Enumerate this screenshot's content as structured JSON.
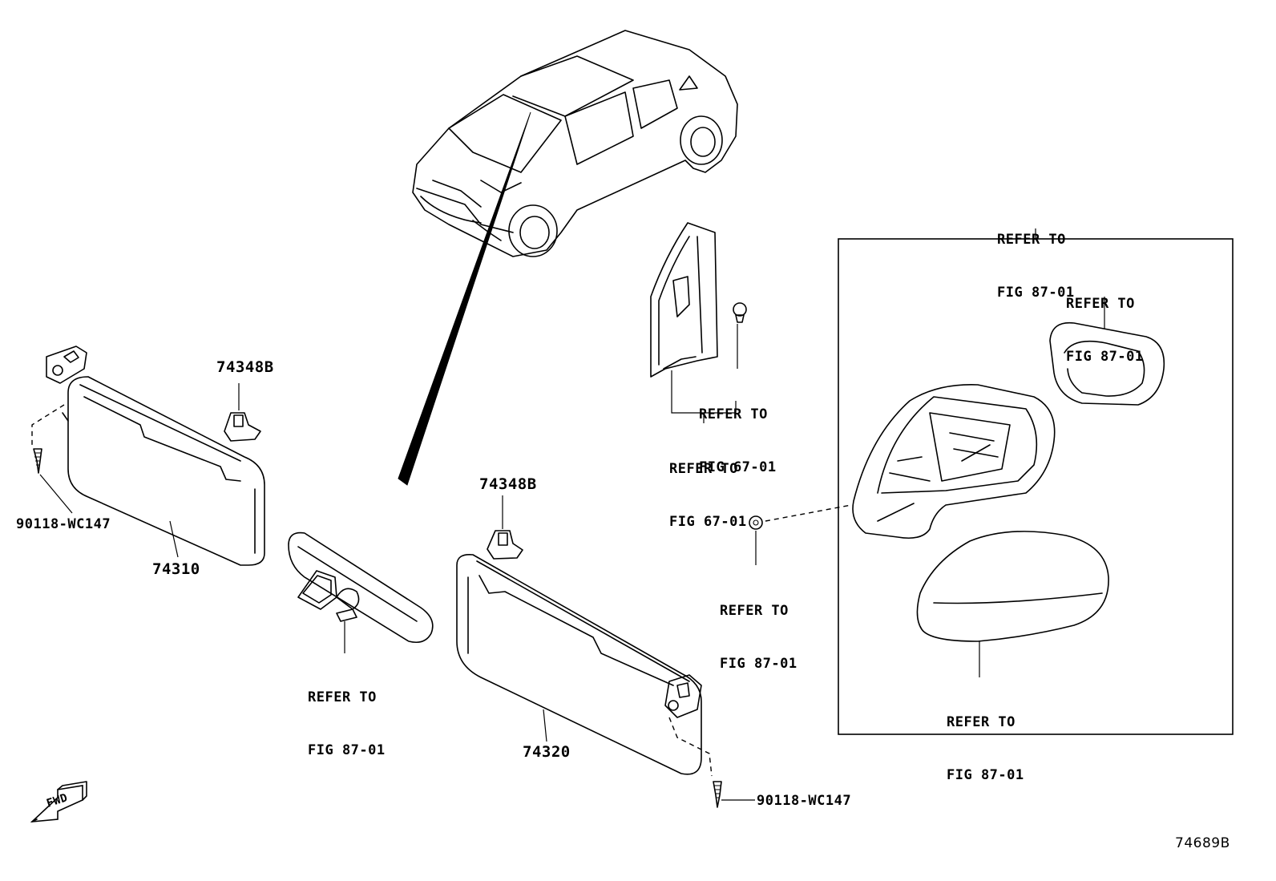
{
  "diagram": {
    "part_numbers": {
      "visor_left": "74310",
      "visor_right": "74320",
      "holder_left": "74348B",
      "holder_right": "74348B",
      "screw_left": "90118-WC147",
      "screw_right": "90118-WC147"
    },
    "refer_labels": {
      "line1": "REFER TO",
      "fig_87": "FIG 87-01",
      "fig_67": "FIG 67-01"
    },
    "arrow_text": "FWD",
    "illustration_code": "74689B"
  }
}
